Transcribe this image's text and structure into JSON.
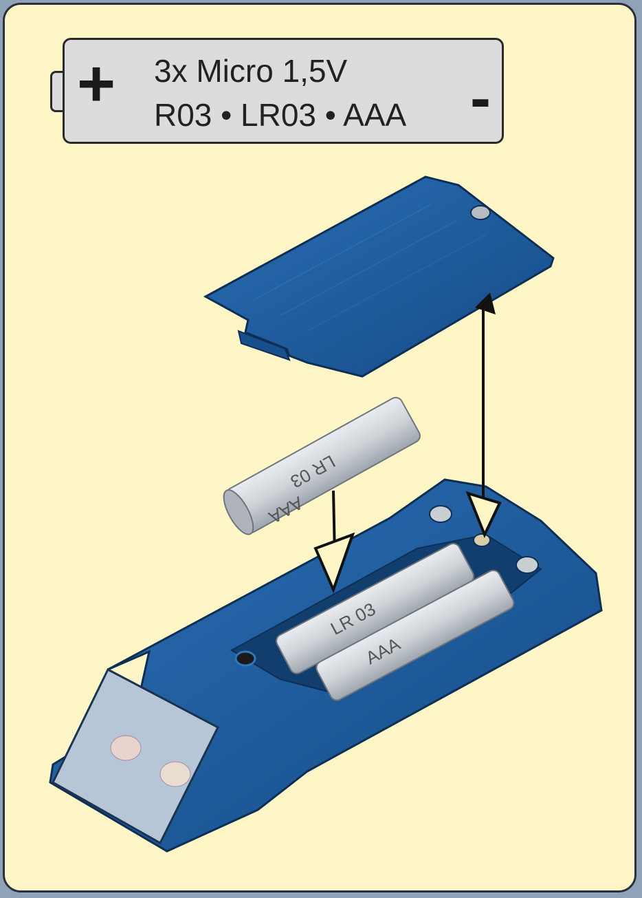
{
  "label": {
    "plus_symbol": "+",
    "minus_symbol": "-",
    "line1": "3x Micro 1,5V",
    "line2": "R03 • LR03 • AAA"
  },
  "cell_markings": {
    "type": "LR 03",
    "size": "AAA"
  },
  "colors": {
    "background": "#fff6c8",
    "housing": "#1d5fa0",
    "battery": "#cfd3d8",
    "arrow": "#111111"
  }
}
